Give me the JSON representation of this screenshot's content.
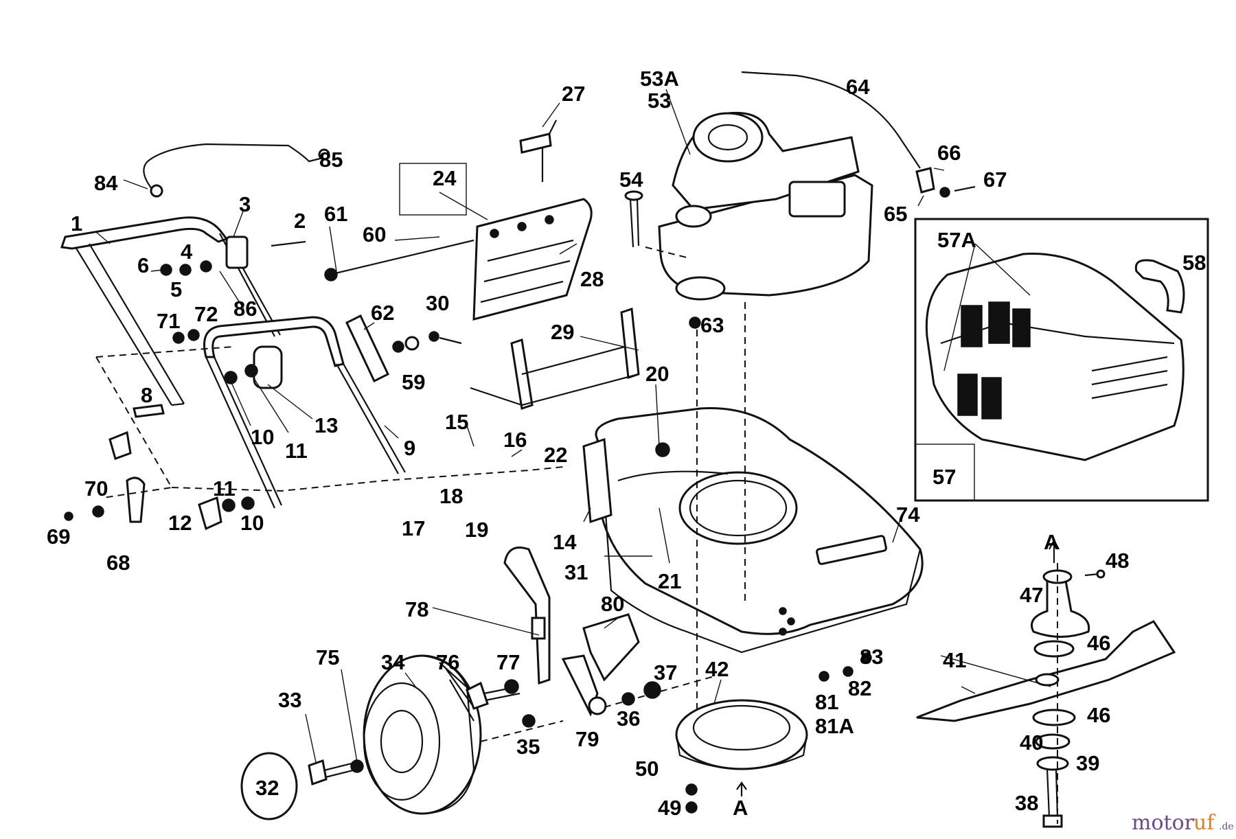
{
  "diagram": {
    "callouts": [
      "53A",
      "53",
      "64",
      "27",
      "66",
      "67",
      "65",
      "24",
      "84",
      "85",
      "54",
      "3",
      "2",
      "61",
      "60",
      "28",
      "1",
      "6",
      "4",
      "5",
      "86",
      "71",
      "72",
      "62",
      "30",
      "59",
      "63",
      "29",
      "8",
      "10",
      "11",
      "13",
      "20",
      "9",
      "15",
      "16",
      "22",
      "70",
      "11",
      "10",
      "12",
      "69",
      "68",
      "18",
      "17",
      "19",
      "14",
      "31",
      "21",
      "74",
      "78",
      "80",
      "75",
      "34",
      "76",
      "77",
      "37",
      "42",
      "33",
      "36",
      "79",
      "35",
      "81",
      "82",
      "83",
      "81A",
      "32",
      "50",
      "49",
      "A",
      "47",
      "48",
      "46",
      "41",
      "46",
      "40",
      "39",
      "38",
      "A",
      "57A",
      "58",
      "57"
    ]
  },
  "inset": {
    "label": "57"
  },
  "watermark": {
    "brand_a": "motor",
    "brand_b": "uf",
    "tld": ".de",
    "color_a": "#6b4a86",
    "color_b": "#d9822b"
  }
}
